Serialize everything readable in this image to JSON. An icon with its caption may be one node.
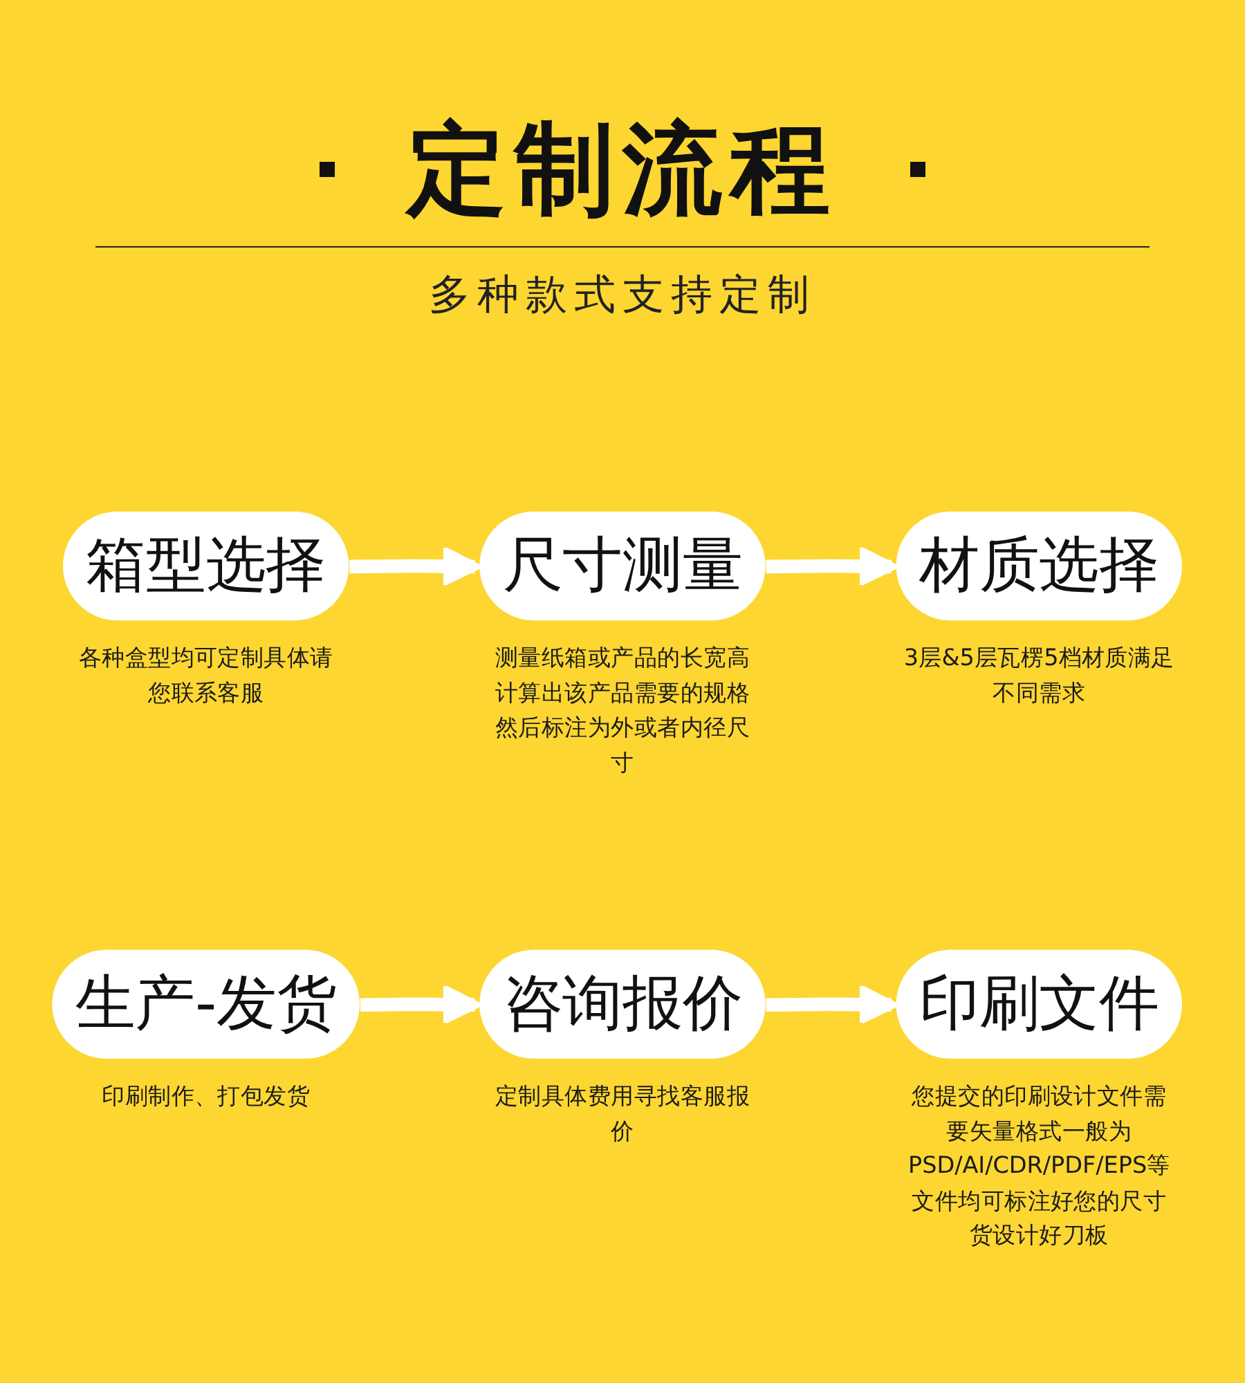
{
  "diagram": {
    "title": "定制流程",
    "nodes": [
      {
        "text": [
          "箱型选择"
        ],
        "beside": [
          "各种盒型均可定制具体请您联系客服"
        ]
      },
      {
        "text": [
          "尺寸测量"
        ],
        "beside": [
          "测量纸箱或产品的长宽高计算出该产品需要的规格然后标注为外或者内径尺寸"
        ]
      },
      {
        "text": [
          "材质选择"
        ],
        "beside": [
          "3层&5层瓦楞5档材质满足不同需求"
        ]
      },
      {
        "text": [
          "生产-发货"
        ],
        "beside": [
          "印刷制作、打包发货"
        ]
      },
      {
        "text": [
          "咨询报价"
        ],
        "beside": [
          "定制具体费用寻找客服报价"
        ]
      },
      {
        "text": [
          "印刷文件"
        ],
        "beside": [
          "您提交的印刷设计文件需要矢量格式一般为PSD/AI/CDR/PDF/EPS等文件均可标注好您的尺寸货设计好刀板"
        ]
      }
    ],
    "edges": [
      {
        "from": 0,
        "to": 1,
        "arrow": "to"
      },
      {
        "from": 1,
        "to": 2,
        "arrow": "to"
      },
      {
        "from": 3,
        "to": 4,
        "arrow": "to"
      },
      {
        "from": 4,
        "to": 5,
        "arrow": "to"
      }
    ],
    "labels": [
      "多种款式支持定制"
    ]
  }
}
